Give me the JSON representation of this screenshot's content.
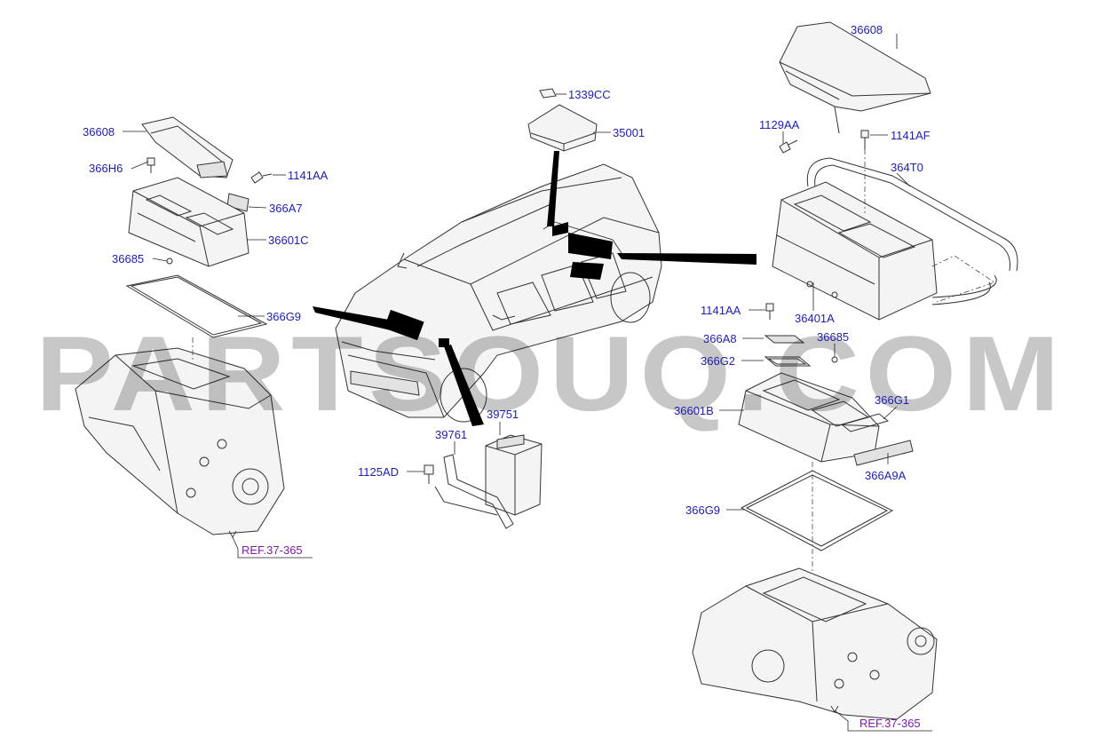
{
  "watermark": "PARTSOUQ.COM",
  "labels": {
    "l36608_left": "36608",
    "l366H6": "366H6",
    "l1141AA_top": "1141AA",
    "l366A7": "366A7",
    "l36601C": "36601C",
    "l36685_left": "36685",
    "l366G9_left": "366G9",
    "l1339CC": "1339CC",
    "l35001": "35001",
    "l39751": "39751",
    "l39761": "39761",
    "l1125AD": "1125AD",
    "l36608_right": "36608",
    "l1129AA": "1129AA",
    "l1141AF": "1141AF",
    "l364T0": "364T0",
    "l364O1A": "36401A",
    "l1141AA_mid": "1141AA",
    "l366A8": "366A8",
    "l36685_right": "36685",
    "l366G2": "366G2",
    "l366O1B": "36601B",
    "l366G1": "366G1",
    "l366A9A": "366A9A",
    "l366G9_right": "366G9"
  },
  "refs": {
    "ref_left": "REF.37-365",
    "ref_right": "REF.37-365"
  },
  "colors": {
    "label_text": "#1e1eaa",
    "ref_text": "#7a1fa2"
  }
}
